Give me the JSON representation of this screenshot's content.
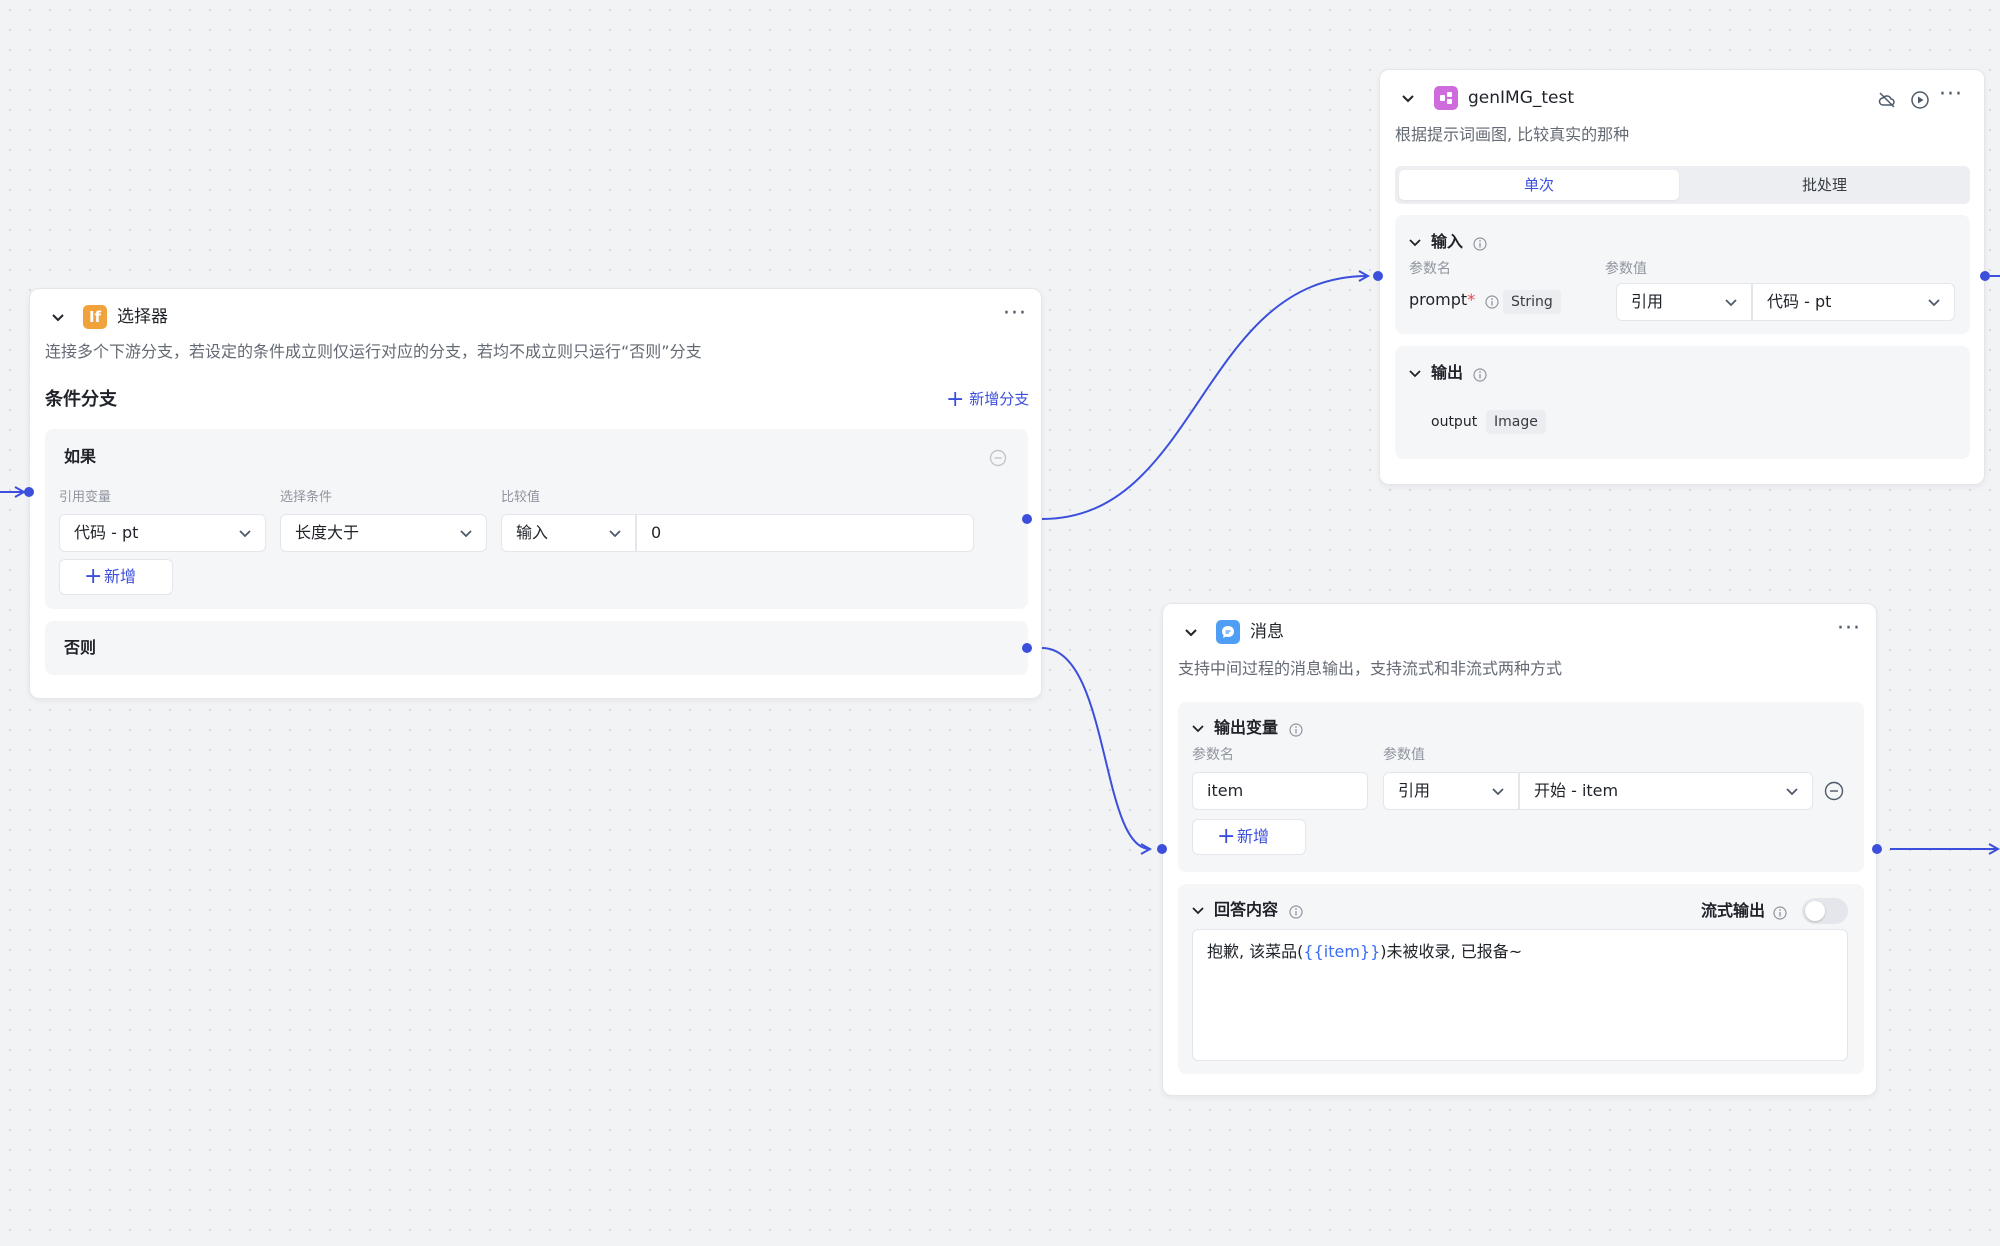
{
  "colors": {
    "accent": "#3b4fdc",
    "selector_icon": "#f2a23a",
    "genimg_icon": "#cf6bdc",
    "message_icon": "#4f9ef5"
  },
  "selector": {
    "icon_text": "If",
    "title": "选择器",
    "desc": "连接多个下游分支，若设定的条件成立则仅运行对应的分支，若均不成立则只运行“否则”分支",
    "section_title": "条件分支",
    "add_branch_label": "新增分支",
    "if_label": "如果",
    "col_ref": "引用变量",
    "col_cond": "选择条件",
    "col_cmp": "比较值",
    "ref_value": "代码 - pt",
    "cond_value": "长度大于",
    "cmp_type": "输入",
    "cmp_value": "0",
    "add_label": "新增",
    "else_label": "否则"
  },
  "genimg": {
    "title": "genIMG_test",
    "desc": "根据提示词画图, 比较真实的那种",
    "tab_single": "单次",
    "tab_batch": "批处理",
    "input_title": "输入",
    "col_name": "参数名",
    "col_value": "参数值",
    "param_name": "prompt",
    "required_mark": "*",
    "param_type": "String",
    "ref_type": "引用",
    "ref_value": "代码 - pt",
    "output_title": "输出",
    "output_name": "output",
    "output_type": "Image"
  },
  "message": {
    "title": "消息",
    "desc": "支持中间过程的消息输出，支持流式和非流式两种方式",
    "output_vars_title": "输出变量",
    "col_name": "参数名",
    "col_value": "参数值",
    "var_name": "item",
    "ref_type": "引用",
    "ref_value": "开始 - item",
    "add_label": "新增",
    "answer_title": "回答内容",
    "stream_label": "流式输出",
    "answer_prefix": "抱歉, 该菜品(",
    "answer_var": "{{item}}",
    "answer_suffix": ")未被收录, 已报备~"
  }
}
